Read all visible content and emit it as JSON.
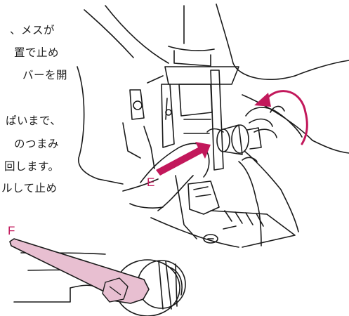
{
  "manual": {
    "text_lines": [
      "、メスが",
      "置で止め",
      "バーを開",
      "ぱいまで、",
      "のつまみ",
      "回します。",
      "ルして止め"
    ],
    "labels": {
      "E": "E",
      "F": "F"
    },
    "colors": {
      "accent": "#c2185b",
      "part_fill": "#e8bfd1",
      "line": "#1a1a1a"
    }
  }
}
